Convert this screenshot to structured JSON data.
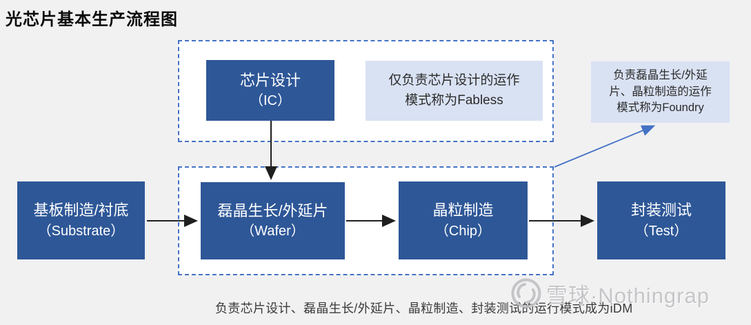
{
  "title": "光芯片基本生产流程图",
  "flow": {
    "ic": {
      "label": "芯片设计",
      "sub": "（IC）"
    },
    "substrate": {
      "label": "基板制造/衬底",
      "sub": "（Substrate）"
    },
    "wafer": {
      "label": "磊晶生长/外延片",
      "sub": "（Wafer）"
    },
    "chip": {
      "label": "晶粒制造",
      "sub": "（Chip）"
    },
    "test": {
      "label": "封装测试",
      "sub": "（Test）"
    }
  },
  "connections": [
    {
      "from": "substrate",
      "to": "wafer"
    },
    {
      "from": "ic",
      "to": "wafer"
    },
    {
      "from": "wafer",
      "to": "chip"
    },
    {
      "from": "chip",
      "to": "test"
    }
  ],
  "notes": {
    "fabless": "仅负责芯片设计的运作\n模式称为Fabless",
    "foundry": "负责磊晶生长/外延\n片、晶粒制造的运作\n模式称为Foundry",
    "idm": "负责芯片设计、磊晶生长/外延片、晶粒制造、封装测试的运行模式成为iDM"
  },
  "watermark": {
    "text": "雪球·Nothingrap",
    "logo": "xueqiu-snowball-logo"
  },
  "colors": {
    "node_blue": "#2E5797",
    "note_light_blue": "#D9E2F3",
    "dashed_border_blue": "#4472C4",
    "background_gray": "#F1F1F2",
    "zone_fill_white": "#FFFFFF",
    "arrow_black": "#1F1F1F",
    "arrow_blue": "#4472C4",
    "watermark_gray": "#C1C1C4"
  }
}
